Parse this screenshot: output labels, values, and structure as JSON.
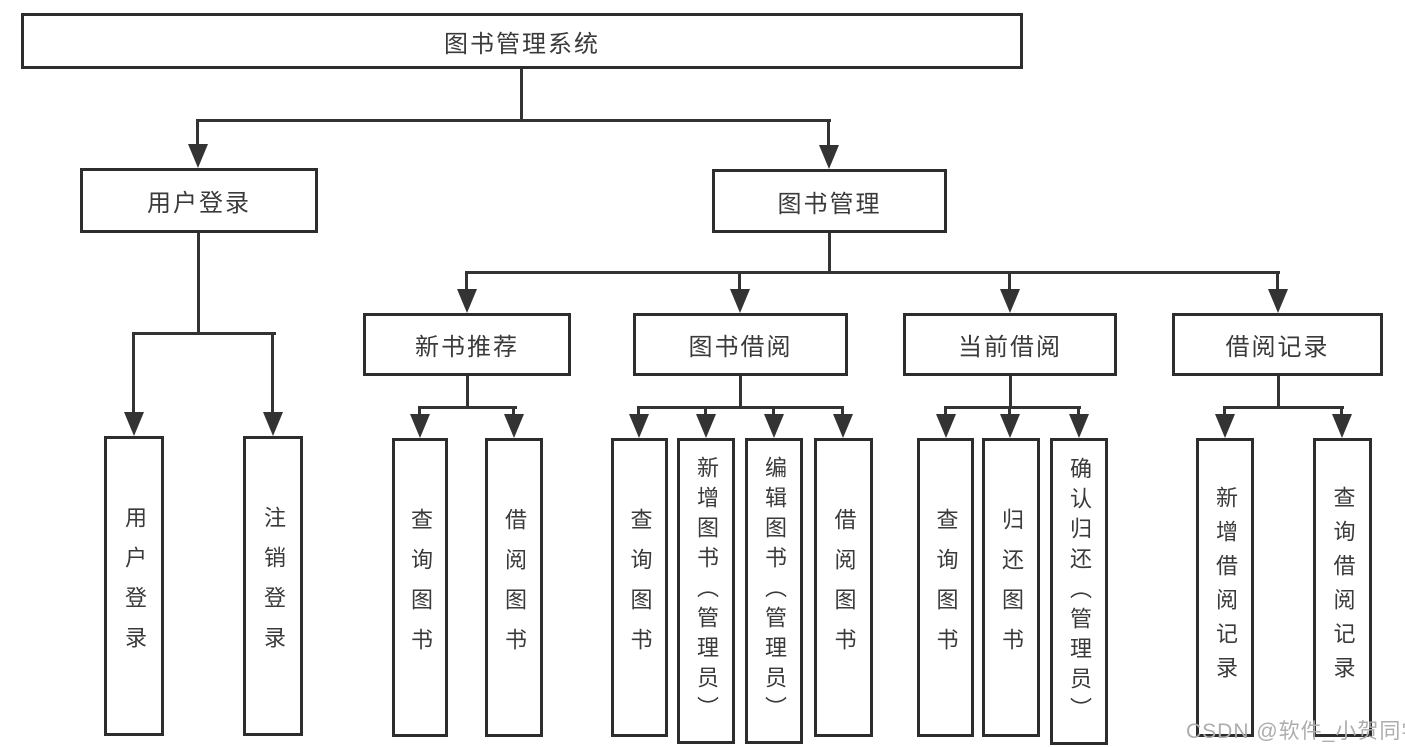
{
  "diagram": {
    "type": "hierarchy-tree",
    "root": {
      "label": "图书管理系统",
      "children": [
        {
          "label": "用户登录",
          "children": [
            {
              "label": "用户登录"
            },
            {
              "label": "注销登录"
            }
          ]
        },
        {
          "label": "图书管理",
          "children": [
            {
              "label": "新书推荐",
              "children": [
                {
                  "label": "查询图书"
                },
                {
                  "label": "借阅图书"
                }
              ]
            },
            {
              "label": "图书借阅",
              "children": [
                {
                  "label": "查询图书"
                },
                {
                  "label": "新增图书（管理员）"
                },
                {
                  "label": "编辑图书（管理员）"
                },
                {
                  "label": "借阅图书"
                }
              ]
            },
            {
              "label": "当前借阅",
              "children": [
                {
                  "label": "查询图书"
                },
                {
                  "label": "归还图书"
                },
                {
                  "label": "确认归还（管理员）"
                }
              ]
            },
            {
              "label": "借阅记录",
              "children": [
                {
                  "label": "新增借阅记录"
                },
                {
                  "label": "查询借阅记录"
                }
              ]
            }
          ]
        }
      ]
    }
  },
  "watermark": {
    "text": "CSDN @软件_小贺同学"
  },
  "colors": {
    "line": "#333333",
    "box_border": "#2d2d2d",
    "text": "#3a3a3a",
    "watermark": "#adadad",
    "background": "#ffffff"
  }
}
